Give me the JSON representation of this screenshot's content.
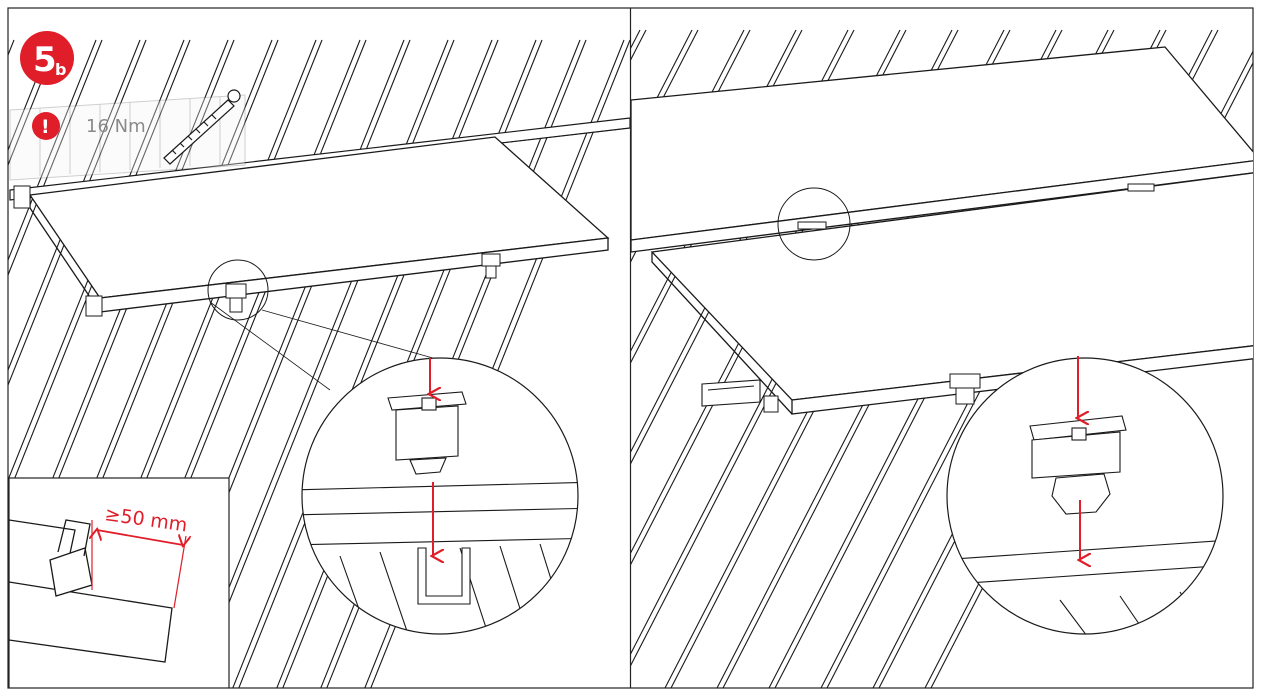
{
  "step": {
    "number": "5",
    "subscript": "b"
  },
  "warning": {
    "icon_text": "!",
    "torque": "16 Nm"
  },
  "distance_label": "≥50 mm",
  "colors": {
    "accent": "#e01e2a",
    "line": "#1a1a1a",
    "muted": "#8a8a8a"
  },
  "icons": [
    "torque-wrench-icon",
    "arrow-down-icon",
    "exclamation-icon"
  ]
}
